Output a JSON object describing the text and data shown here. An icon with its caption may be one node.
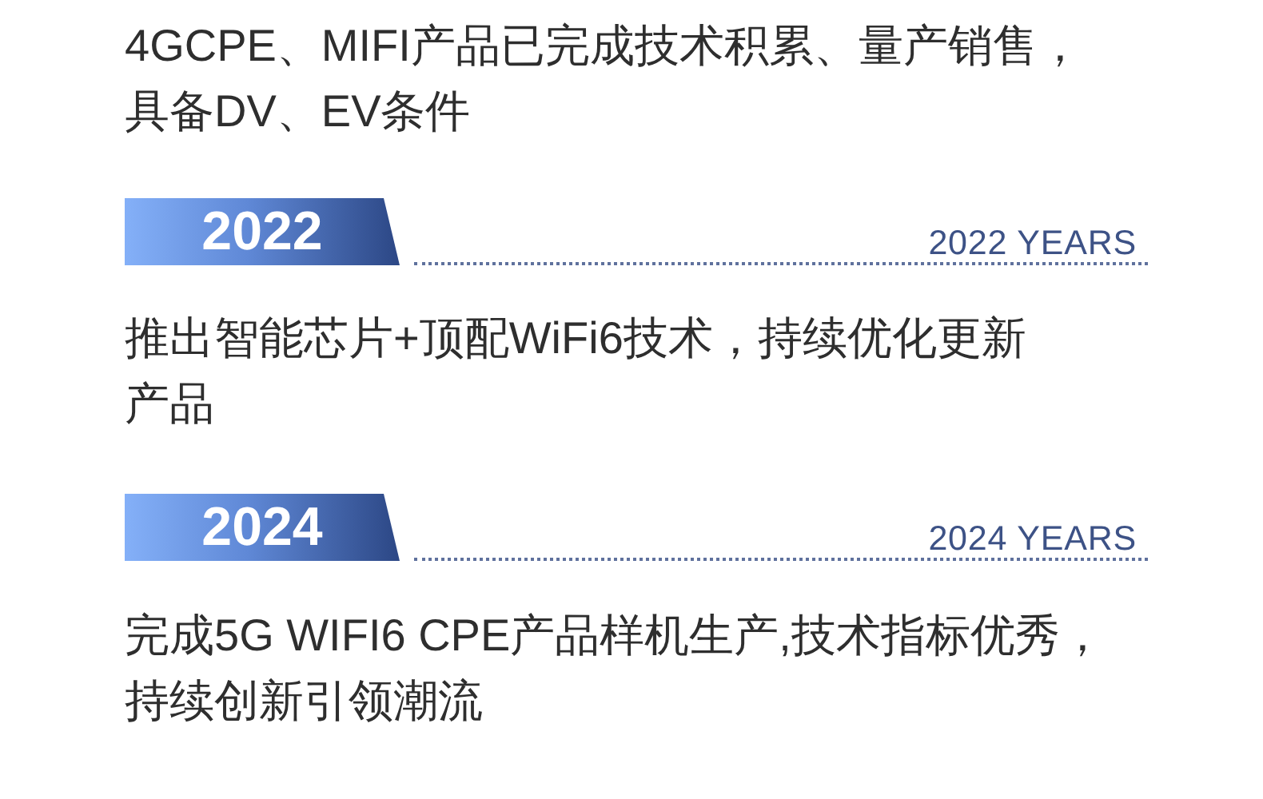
{
  "diagram": {
    "nodes": [
      {
        "text": [
          "2022"
        ]
      },
      {
        "text": [
          "2024"
        ]
      }
    ],
    "labels": [
      "4GCPE、MIFI产品已完成技术积累、量产销售，具备DV、EV条件",
      "2022 YEARS",
      "推出智能芯片+顶配WiFi6技术，持续优化更新产品",
      "2024 YEARS",
      "完成5G WIFI6 CPE产品样机生产,技术指标优秀，持续创新引领潮流"
    ]
  }
}
